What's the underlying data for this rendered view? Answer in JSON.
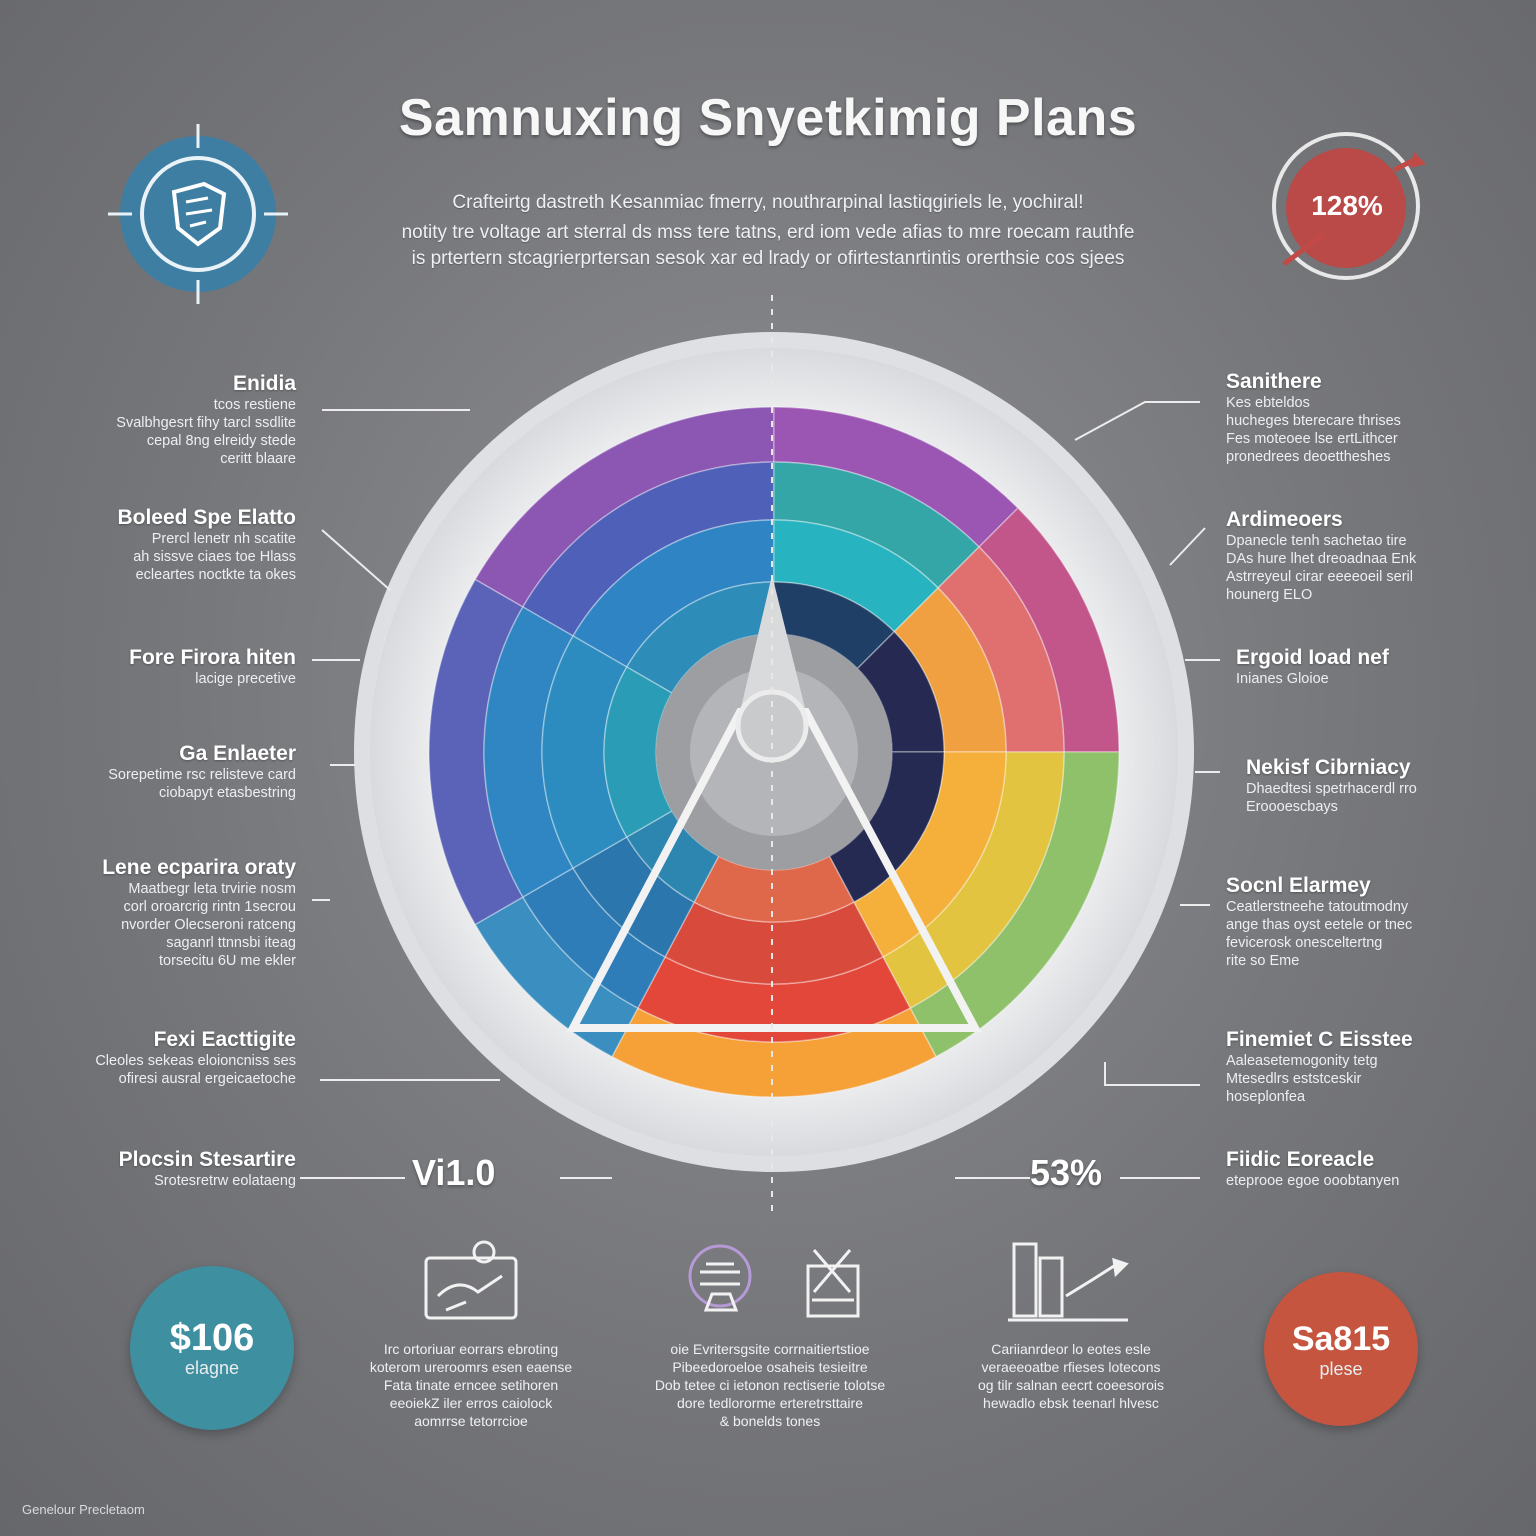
{
  "title": "Samnuxing Snyetkimig Plans",
  "intro": [
    "Crafteirtg dastreth Kesanmiac fmerry, nouthrarpinal lastiqgiriels le, yochiral!",
    "notity tre voltage art sterral ds mss tere tatns, erd iom vede afias to mre roecam rauthfe",
    "is prtertern stcagrierprtersan sesok xar ed lrady or ofirtestanrtintis orerthsie cos sjees"
  ],
  "left_labels": [
    {
      "title": "Enidia",
      "lines": [
        "tcos restiene",
        "Svalbhgesrt fihy tarcl ssdlite",
        "cepal 8ng elreidy stede",
        "ceritt blaare"
      ]
    },
    {
      "title": "Boleed Spe Elatto",
      "lines": [
        "Prercl lenetr nh scatite",
        "ah sissve ciaes toe Hlass",
        "ecleartes noctkte ta okes"
      ]
    },
    {
      "title": "Fore Firora hiten",
      "lines": [
        "lacige precetive"
      ]
    },
    {
      "title": "Ga Enlaeter",
      "lines": [
        "Sorepetime rsc relisteve card",
        "ciobapyt etasbestring"
      ]
    },
    {
      "title": "Lene ecparira oraty",
      "lines": [
        "Maatbegr leta trvirie nosm",
        "corl oroarcrig rintn 1secrou",
        "nvorder Olecseroni ratceng",
        "saganrl ttnnsbi iteag",
        "torsecitu 6U me ekler"
      ]
    },
    {
      "title": "Fexi Eacttigite",
      "lines": [
        "Cleoles sekeas eloioncniss ses",
        "ofiresi ausral ergeicaetoche"
      ]
    },
    {
      "title": "Plocsin Stesartire",
      "lines": [
        "Srotesretrw eolataeng"
      ]
    }
  ],
  "right_labels": [
    {
      "title": "Sanithere",
      "lines": [
        "Kes ebteldos",
        "hucheges bterecare thrises",
        "Fes moteoee lse ertLithcer",
        "pronedrees deoettheshes"
      ]
    },
    {
      "title": "Ardimeoers",
      "lines": [
        "Dpanecle tenh sachetao tire",
        "DAs hure lhet dreoadnaa Enk",
        "Astrreyeul cirar eeeeoeil seril",
        "hounerg ELO"
      ]
    },
    {
      "title": "Ergoid Ioad nef",
      "lines": [
        "Inianes Gloioe"
      ]
    },
    {
      "title": "Nekisf Cibrniacy",
      "lines": [
        "Dhaedtesi spetrhacerdl rro",
        "Eroooescbays"
      ]
    },
    {
      "title": "Socnl Elarmey",
      "lines": [
        "Ceatlerstneehe tatoutmodny",
        "ange thas oyst eetele or tnec",
        "fevicerosk onesceltertng",
        "rite so Eme"
      ]
    },
    {
      "title": "Finemiet C Eisstee",
      "lines": [
        "Aaleasetemogonity tetg",
        "Mtesedlrs eststceskir",
        "hoseplonfea"
      ]
    },
    {
      "title": "Fiidic Eoreacle",
      "lines": [
        "eteprooe egoe ooobtanyen"
      ]
    }
  ],
  "mid_numbers": {
    "left": "Vi1.0",
    "right": "53%"
  },
  "badges": {
    "top_right": {
      "value": "128%"
    },
    "bottom_left": {
      "value": "$106",
      "sub": "elagne"
    },
    "bottom_right": {
      "value": "Sa815",
      "sub": "plese"
    }
  },
  "bottom_captions": [
    [
      "Irc ortoriuar eorrars ebroting",
      "koterom ureroomrs esen eaense",
      "Fata tinate erncee setihoren",
      "eeoiekZ iler erros caiolock",
      "aomrrse tetorrcioe"
    ],
    [
      "oie Evritersgsite corrnaitiertstioe",
      "Pibeedoroeloe osaheis tesieitre",
      "Dob tetee ci ietonon rectiserie tolotse",
      "dore tedlororme erteretrsttaire",
      "& bonelds tones"
    ],
    [
      "Cariianrdeor lo eotes esle",
      "veraeeoatbe rfieses lotecons",
      "og tilr salnan eecrt coeesorois",
      "hewadlo ebsk teenarl hlvesc"
    ]
  ],
  "footer": "Genelour Precletaom",
  "colors": {
    "background": "#76777b",
    "blue_badge": "#3f7ea3",
    "red_badge": "#b94a47",
    "teal_badge": "#3e8fa0",
    "orange_badge": "#c6553f"
  },
  "icons": [
    "shield-badge-icon",
    "target-arrow-icon",
    "hand-money-icon",
    "globe-basket-icon",
    "trophy-icon",
    "bar-chart-growth-icon"
  ]
}
